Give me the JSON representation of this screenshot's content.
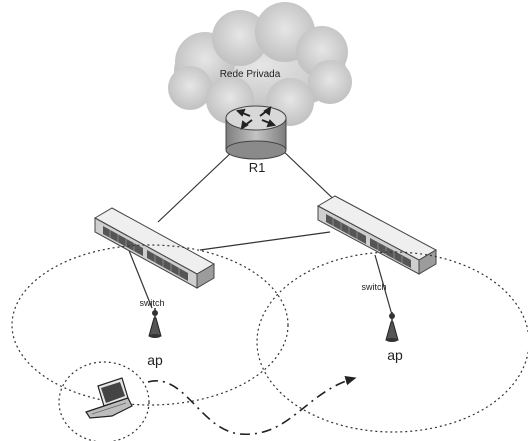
{
  "diagram": {
    "cloud_label": "Rede Privada",
    "router_label": "R1",
    "switch_left_label": "switch",
    "switch_right_label": "switch",
    "ap_left_label": "ap",
    "ap_right_label": "ap"
  },
  "colors": {
    "cloud": "#c9c9c9",
    "router_body": "#9a9a9a",
    "switch_body": "#d3d3d3",
    "lines": "#333333"
  }
}
